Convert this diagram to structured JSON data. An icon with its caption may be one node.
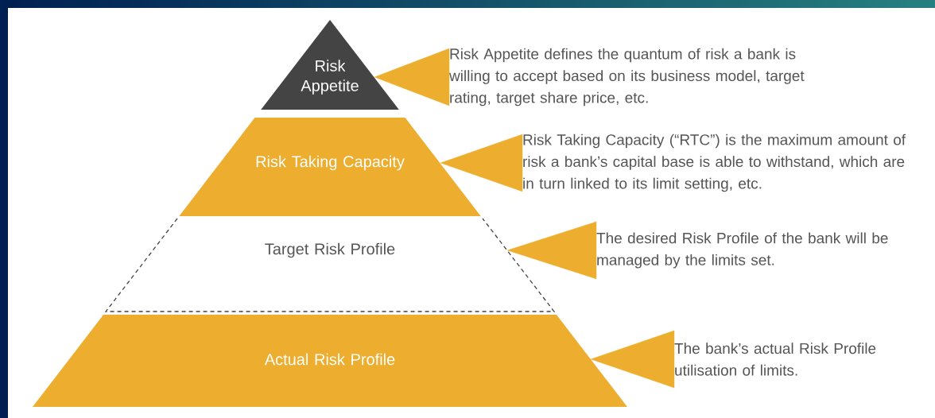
{
  "diagram": {
    "nodes": [
      {
        "text": [
          "Risk Appetite"
        ]
      },
      {
        "text": [
          "Risk Taking Capacity"
        ]
      },
      {
        "text": [
          "Target Risk Profile"
        ]
      },
      {
        "text": [
          "Actual Risk Profile"
        ]
      },
      {
        "text": [
          "Risk Appetite defines the quantum of risk a bank is willing to accept based on its business model, target rating, target share price, etc."
        ]
      },
      {
        "text": [
          "Risk Taking Capacity (“RTC”) is the maximum amount of risk a bank’s capital base is able to withstand, which are in turn linked to its limit setting, etc."
        ]
      },
      {
        "text": [
          "The desired Risk Profile of the bank will be managed by the limits set."
        ]
      },
      {
        "text": [
          "The bank’s actual Risk Profile utilisation of limits."
        ]
      }
    ],
    "edges": [
      {
        "from": 4,
        "to": 0,
        "arrow": "to"
      },
      {
        "from": 5,
        "to": 1,
        "arrow": "to"
      },
      {
        "from": 6,
        "to": 2,
        "arrow": "to"
      },
      {
        "from": 7,
        "to": 3,
        "arrow": "to"
      }
    ]
  }
}
